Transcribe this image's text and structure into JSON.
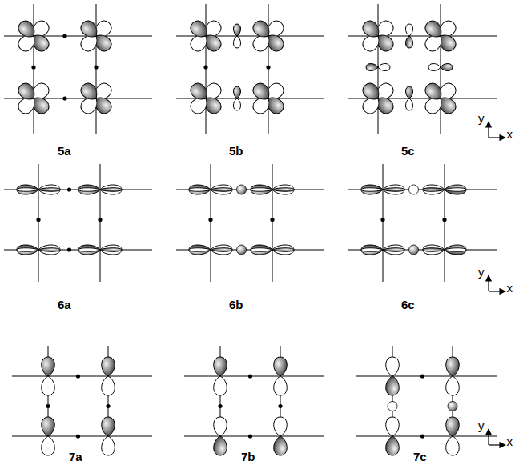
{
  "diagram": {
    "labels": [
      "5a",
      "5b",
      "5c",
      "y",
      "x",
      "6a",
      "6b",
      "6c",
      "y",
      "x",
      "7a",
      "7b",
      "7c",
      "y",
      "x"
    ]
  }
}
